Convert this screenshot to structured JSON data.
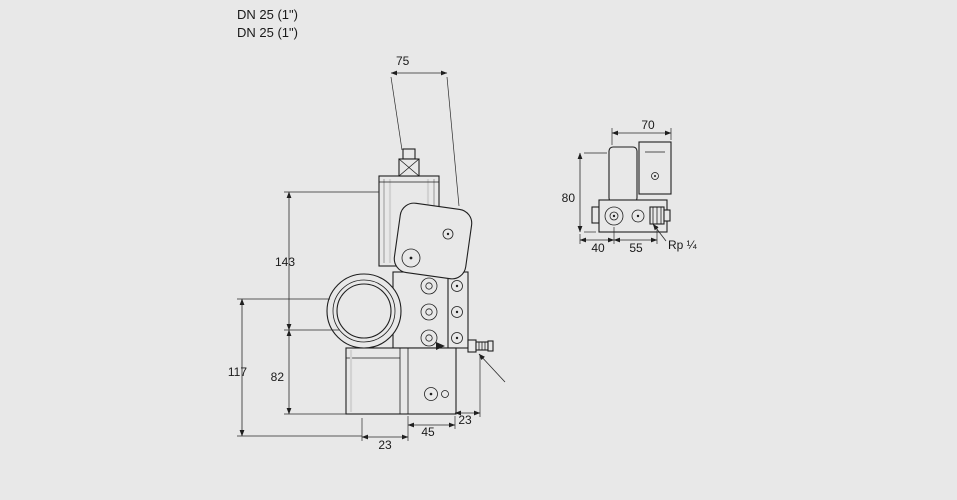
{
  "page": {
    "background": "#e8e8e8",
    "line_color": "#1f1f1f"
  },
  "header": {
    "line1": "DN 25 (1\")",
    "line2": "DN 25 (1\")"
  },
  "main_view": {
    "dim_width_top": "75",
    "dim_height_upper": "143",
    "dim_height_left": "117",
    "dim_height_body": "82",
    "dim_bottom_left": "23",
    "dim_bottom_center": "45",
    "dim_bottom_right": "23"
  },
  "side_view": {
    "dim_width_top": "70",
    "dim_height": "80",
    "dim_bottom_left": "40",
    "dim_bottom_center": "55",
    "thread_label": "Rp ¼"
  }
}
